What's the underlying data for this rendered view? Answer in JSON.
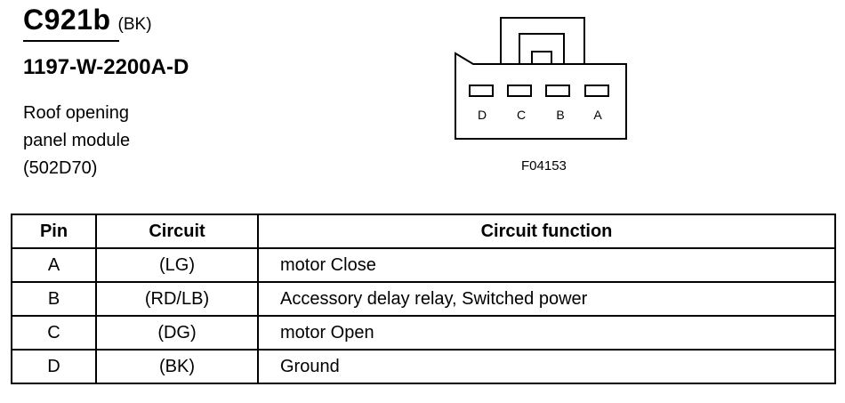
{
  "header": {
    "connector_id": "C921b",
    "connector_color": "(BK)",
    "part_number": "1197-W-2200A-D",
    "description_lines": [
      "Roof opening",
      "panel module",
      "(502D70)"
    ]
  },
  "connector_diagram": {
    "pin_labels": [
      "D",
      "C",
      "B",
      "A"
    ],
    "figure_code": "F04153"
  },
  "table": {
    "headers": [
      "Pin",
      "Circuit",
      "Circuit function"
    ],
    "rows": [
      {
        "pin": "A",
        "circuit": "(LG)",
        "function": "motor Close"
      },
      {
        "pin": "B",
        "circuit": "(RD/LB)",
        "function": "Accessory delay relay, Switched power"
      },
      {
        "pin": "C",
        "circuit": "(DG)",
        "function": "motor Open"
      },
      {
        "pin": "D",
        "circuit": "(BK)",
        "function": "Ground"
      }
    ]
  }
}
